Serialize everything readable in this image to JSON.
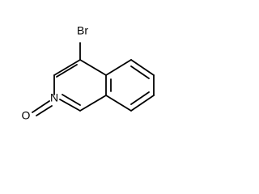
{
  "molecule": {
    "atoms": {
      "bromine": "Br",
      "nitrogen": "N",
      "oxygen": "O"
    },
    "colors": {
      "bond": "#000000",
      "text": "#000000",
      "background": "#ffffff"
    }
  }
}
